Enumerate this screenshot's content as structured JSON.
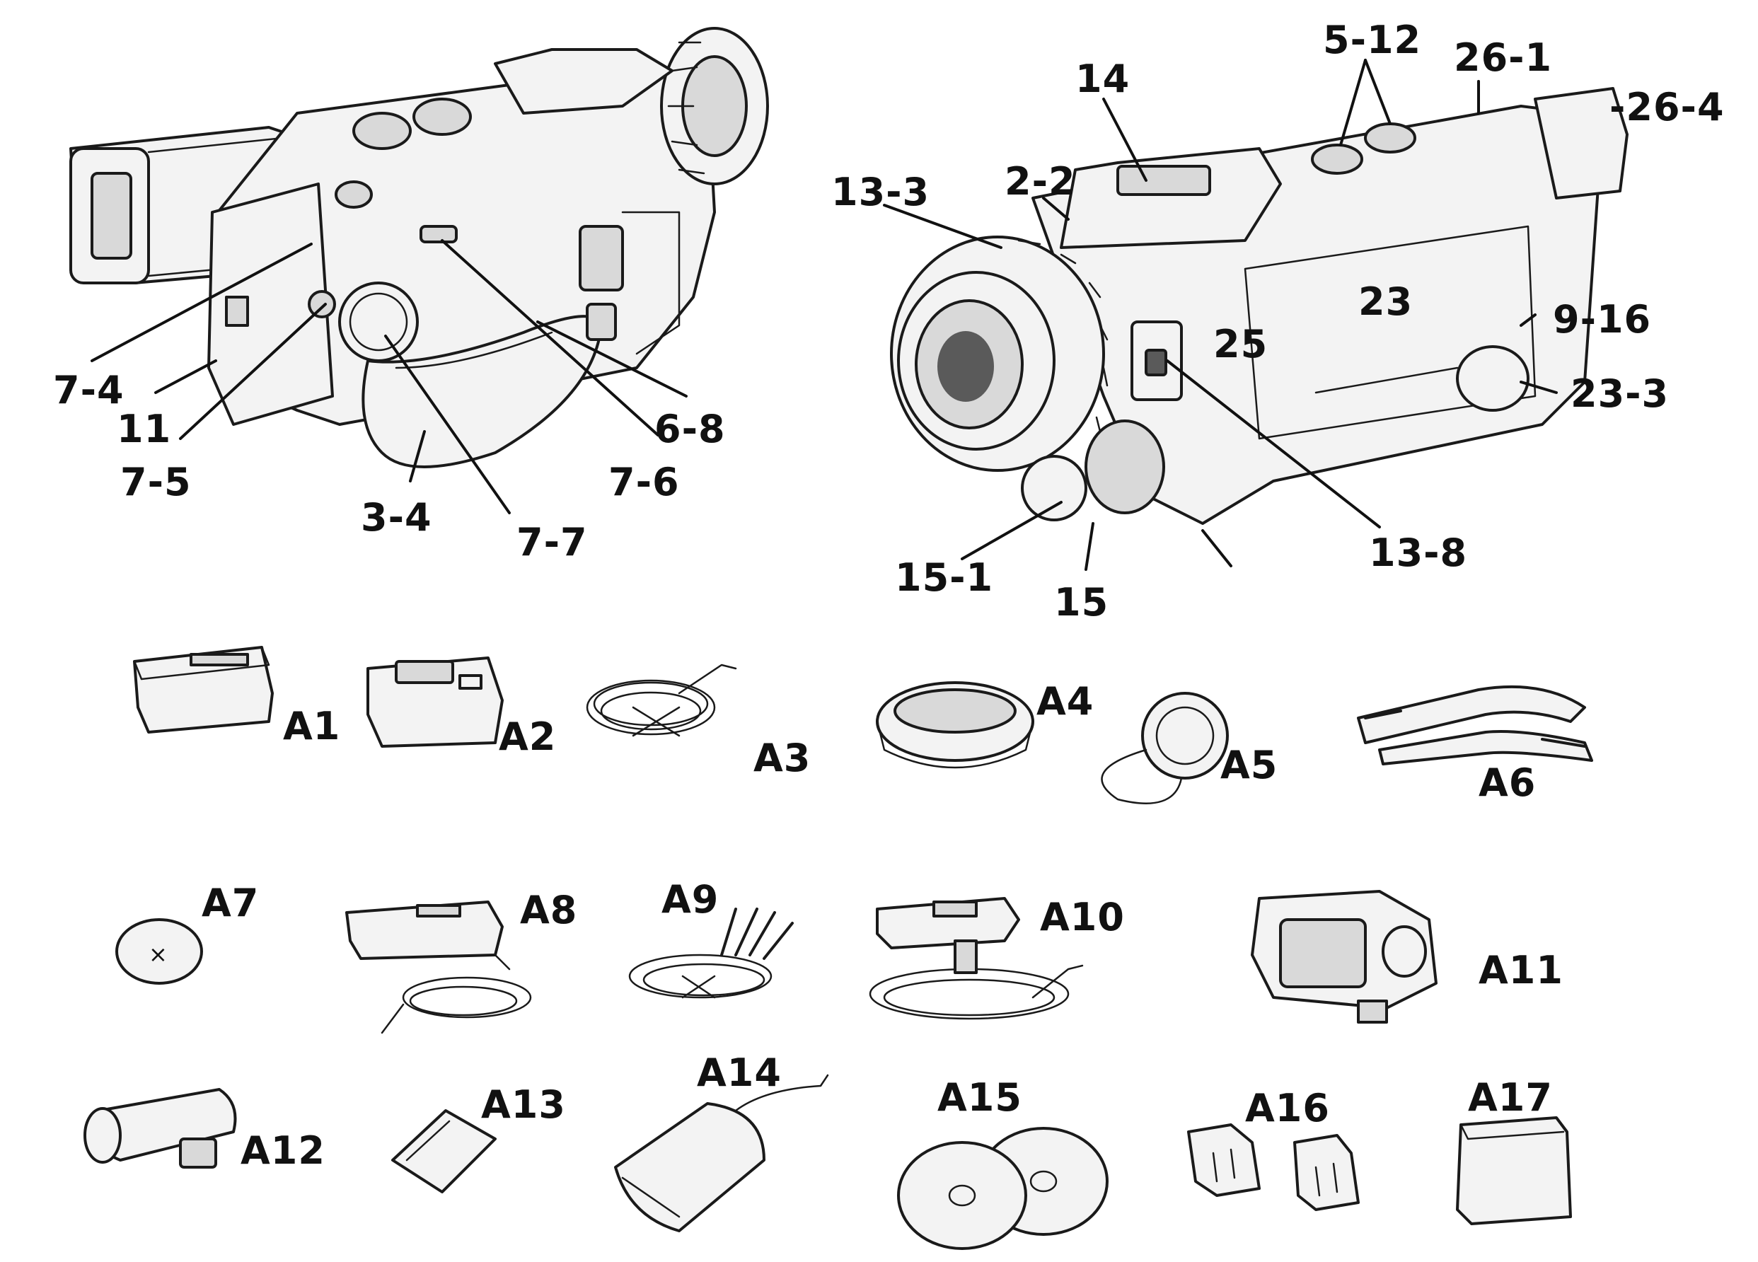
{
  "labels": {
    "l_7_4": "7-4",
    "l_11": "11",
    "l_7_5": "7-5",
    "l_3_4": "3-4",
    "l_7_7": "7-7",
    "l_7_6": "7-6",
    "l_6_8": "6-8",
    "l_14": "14",
    "l_5_12": "5-12",
    "l_26_1": "26-1",
    "l_26_4": "-26-4",
    "l_13_3": "13-3",
    "l_2_2": "2-2",
    "l_23": "23",
    "l_25": "25",
    "l_9_16": "9-16",
    "l_23_3": "23-3",
    "l_13_8": "13-8",
    "l_15_1": "15-1",
    "l_15": "15",
    "a1": "A1",
    "a2": "A2",
    "a3": "A3",
    "a4": "A4",
    "a5": "A5",
    "a6": "A6",
    "a7": "A7",
    "a8": "A8",
    "a9": "A9",
    "a10": "A10",
    "a11": "A11",
    "a12": "A12",
    "a13": "A13",
    "a14": "A14",
    "a15": "A15",
    "a16": "A16",
    "a17": "A17"
  },
  "icons": {
    "camera_left": "camcorder-rear-view-icon",
    "camera_right": "camcorder-front-view-icon",
    "battery": "battery-pack-icon",
    "charger": "battery-charger-icon",
    "cable": "coiled-cable-icon",
    "hood": "lens-hood-icon",
    "cap": "lens-cap-icon",
    "strap": "shoulder-strap-icon",
    "coin_cell": "coin-battery-icon",
    "remote": "remote-with-cord-icon",
    "av_cable": "av-cable-icon",
    "adapter": "dc-adapter-icon",
    "viewfinder": "eyecup-viewfinder-icon",
    "mic": "microphone-icon",
    "card": "memory-card-icon",
    "reader": "card-reader-icon",
    "disc": "cd-disc-icon",
    "clip": "ferrite-clip-icon",
    "cloth": "cloth-pad-icon"
  }
}
